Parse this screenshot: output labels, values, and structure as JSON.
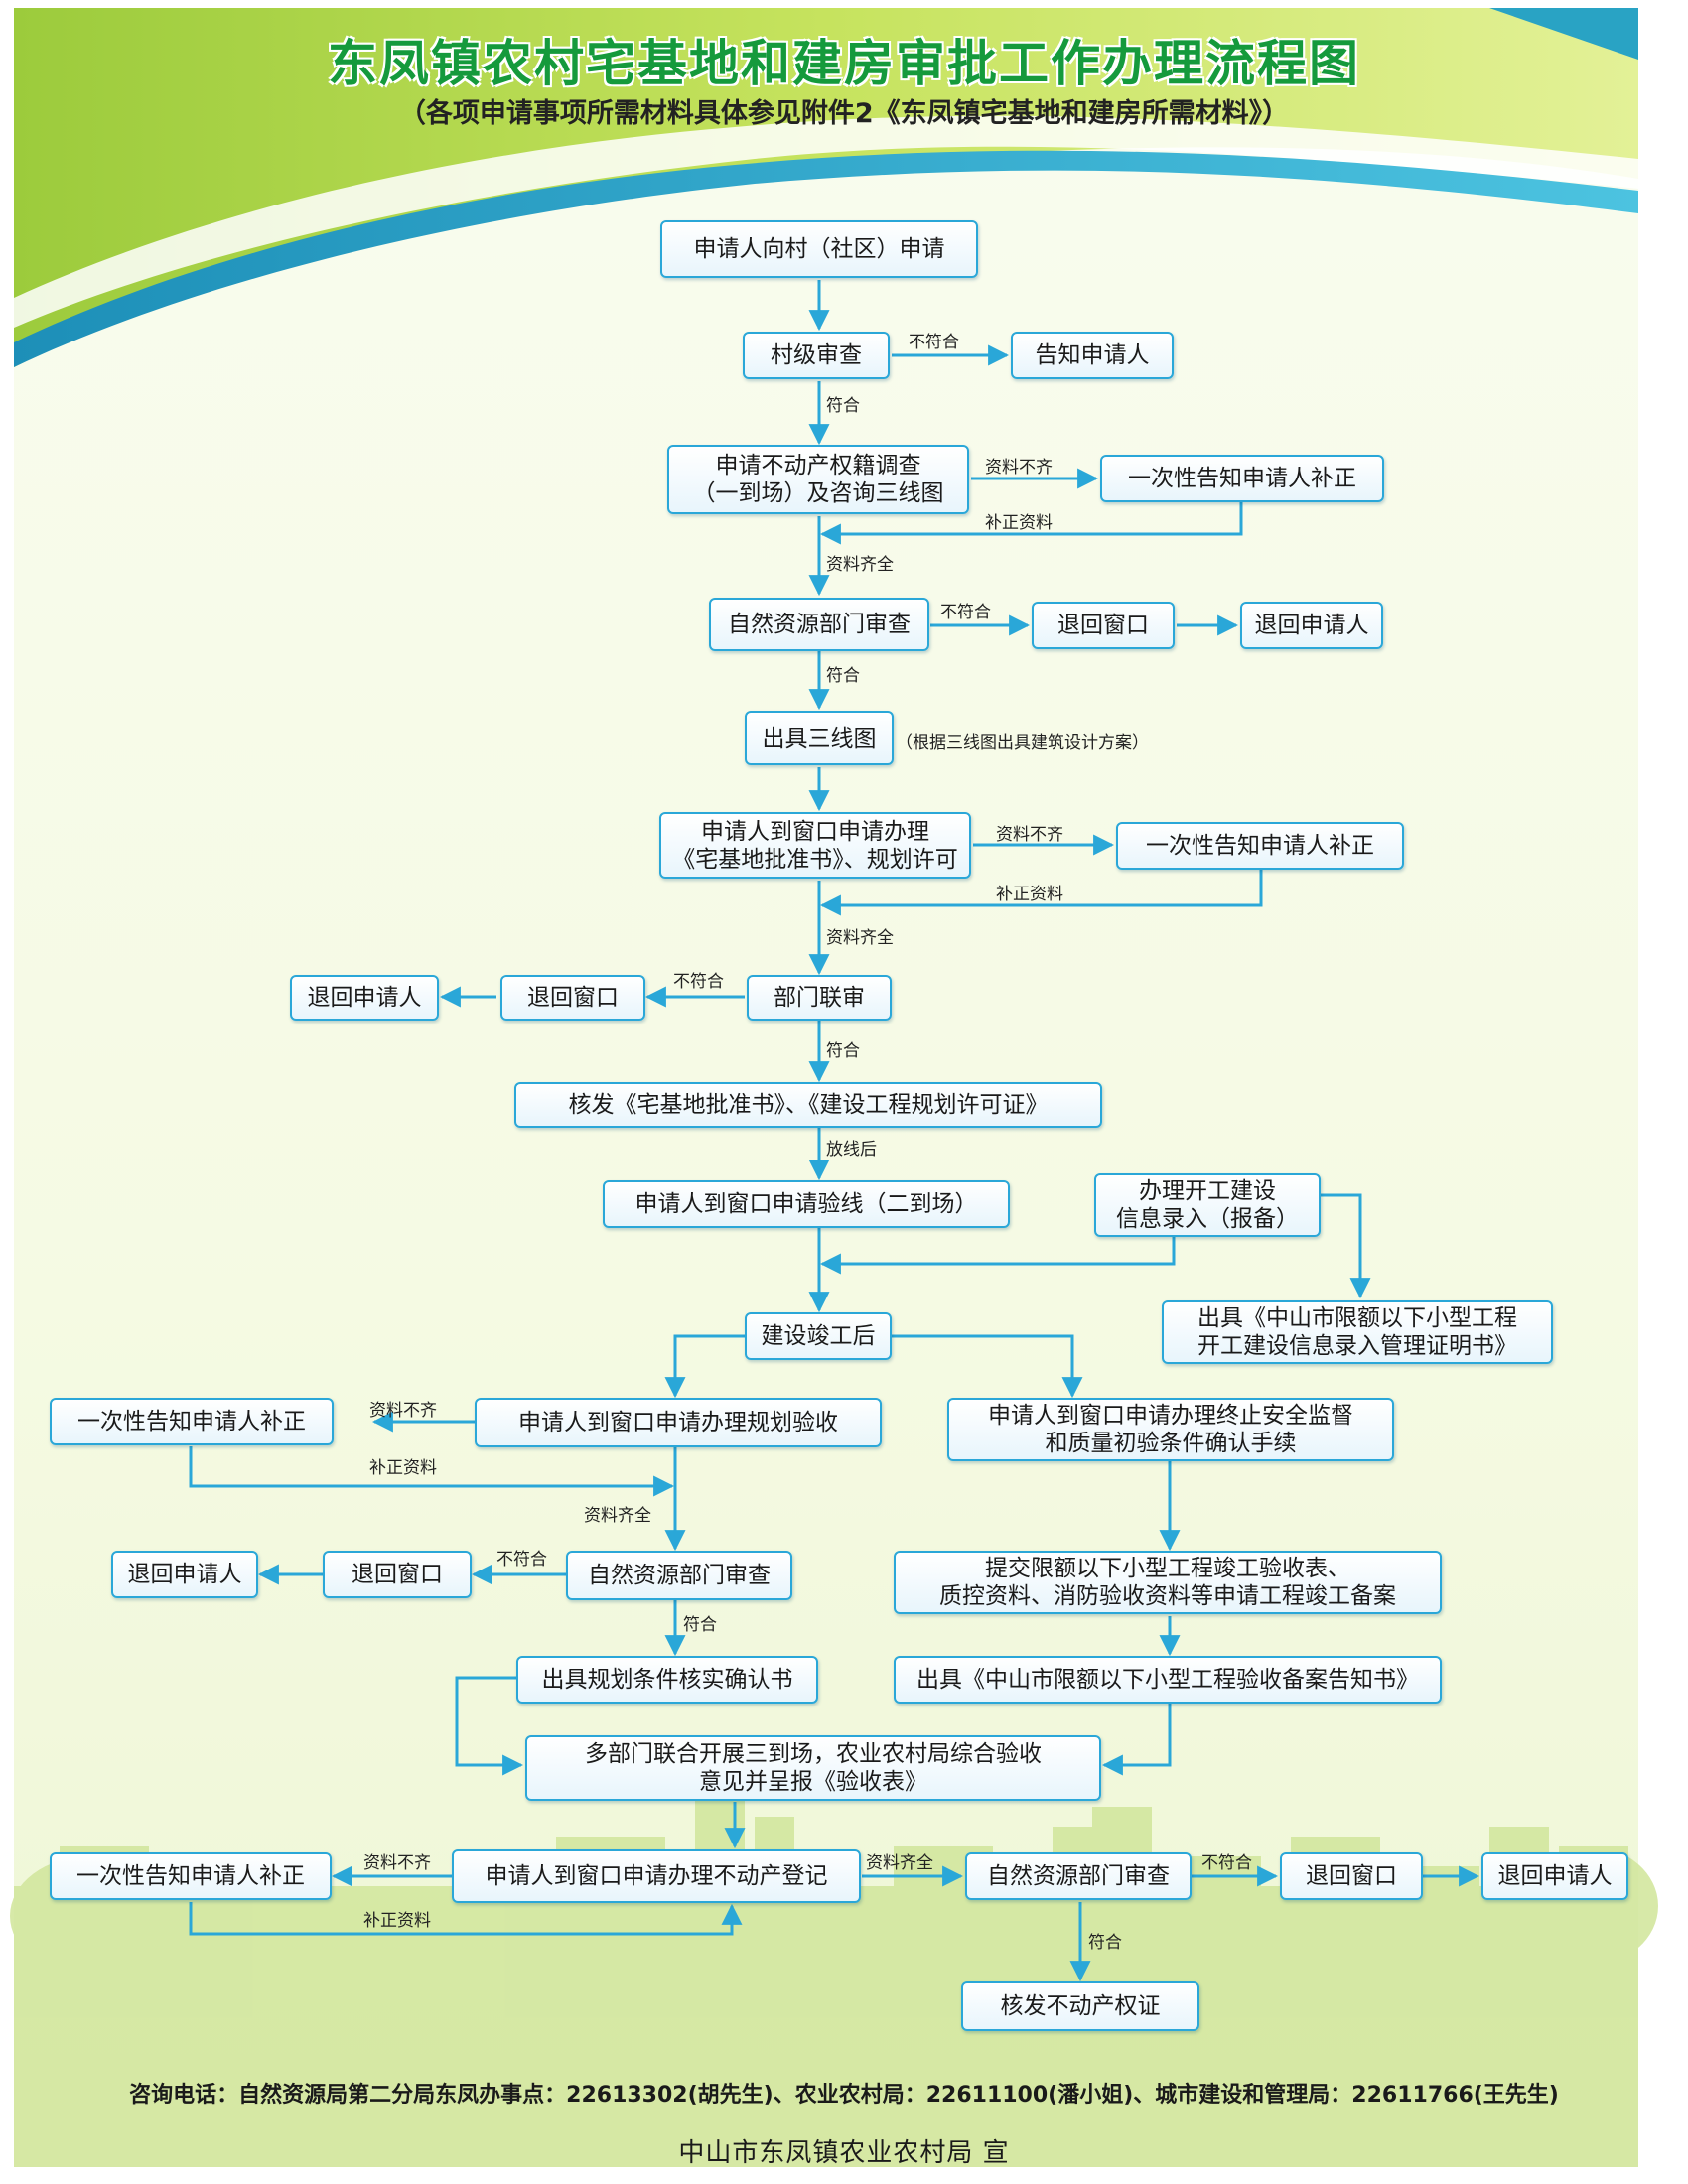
{
  "title": "东凤镇农村宅基地和建房审批工作办理流程图",
  "subtitle": "（各项申请事项所需材料具体参见附件2《东凤镇宅基地和建房所需材料》）",
  "nodes": {
    "n1": "申请人向村（社区）申请",
    "n2": "村级审查",
    "n3": "告知申请人",
    "n4": "申请不动产权籍调查\n（一到场）及咨询三线图",
    "n5": "一次性告知申请人补正",
    "n6": "自然资源部门审查",
    "n7": "退回窗口",
    "n8": "退回申请人",
    "n9": "出具三线图",
    "n10": "申请人到窗口申请办理\n《宅基地批准书》、规划许可",
    "n11": "一次性告知申请人补正",
    "n12": "部门联审",
    "n13": "退回窗口",
    "n14": "退回申请人",
    "n15": "核发《宅基地批准书》、《建设工程规划许可证》",
    "n16": "申请人到窗口申请验线（二到场）",
    "n17": "办理开工建设\n信息录入（报备）",
    "n18": "出具《中山市限额以下小型工程\n开工建设信息录入管理证明书》",
    "n19": "建设竣工后",
    "n20": "申请人到窗口申请办理规划验收",
    "n21": "一次性告知申请人补正",
    "n22": "申请人到窗口申请办理终止安全监督\n和质量初验条件确认手续",
    "n23": "自然资源部门审查",
    "n24": "退回窗口",
    "n25": "退回申请人",
    "n26": "提交限额以下小型工程竣工验收表、\n质控资料、消防验收资料等申请工程竣工备案",
    "n27": "出具规划条件核实确认书",
    "n28": "出具《中山市限额以下小型工程验收备案告知书》",
    "n29": "多部门联合开展三到场，农业农村局综合验收\n意见并呈报《验收表》",
    "n30": "申请人到窗口申请办理不动产登记",
    "n31": "一次性告知申请人补正",
    "n32": "自然资源部门审查",
    "n33": "退回窗口",
    "n34": "退回申请人",
    "n35": "核发不动产权证"
  },
  "labels": {
    "l_n2_n3": "不符合",
    "l_n2_n4": "符合",
    "l_n4_n5": "资料不齐",
    "l_n5_n4": "补正资料",
    "l_n4_n6": "资料齐全",
    "l_n6_n7": "不符合",
    "l_n6_n9": "符合",
    "l_n10_n11": "资料不齐",
    "l_n11_n10": "补正资料",
    "l_n10_n12": "资料齐全",
    "l_n12_n13": "不符合",
    "l_n12_n15": "符合",
    "l_n15_n16": "放线后",
    "l_n20_n21": "资料不齐",
    "l_n21_n20": "补正资料",
    "l_n20_n23": "资料齐全",
    "l_n23_n24": "不符合",
    "l_n23_n27": "符合",
    "l_n30_n31": "资料不齐",
    "l_n31_n30": "补正资料",
    "l_n30_n32": "资料齐全",
    "l_n32_n33": "不符合",
    "l_n32_n35": "符合"
  },
  "notes": {
    "n9_note": "（根据三线图出具建筑设计方案）"
  },
  "footer": {
    "contact": "咨询电话：自然资源局第二分局东凤办事点：22613302(胡先生)、农业农村局：22611100(潘小姐)、城市建设和管理局：22611766(王先生)",
    "publisher": "中山市东凤镇农业农村局 宣"
  },
  "colors": {
    "arrow": "#2aa7d8",
    "box_border": "#2aa7d8",
    "title": "#159a3c",
    "banner_green": "#b5d84a",
    "banner_blue": "#29a3c4",
    "background": "#f6fbe6",
    "skyline": "#cfe497"
  }
}
